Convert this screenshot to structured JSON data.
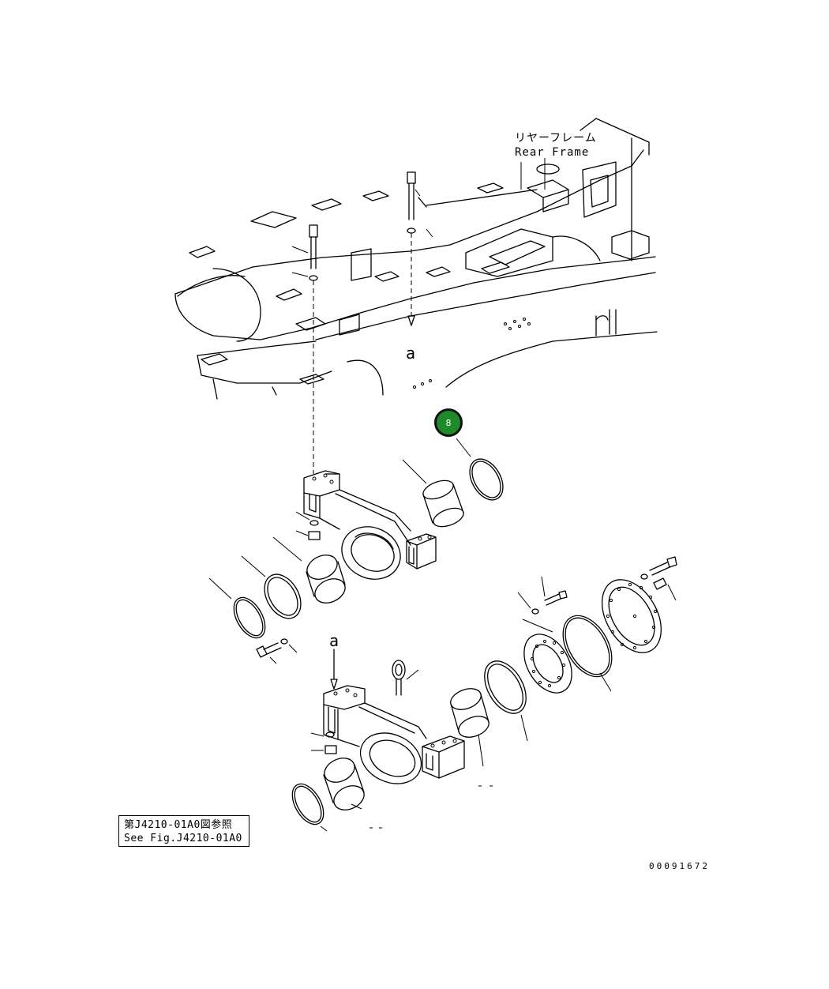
{
  "frame_label": {
    "japanese": "リヤーフレーム",
    "english": "Rear Frame"
  },
  "callout": {
    "number": "8",
    "color": "#1e8a2a"
  },
  "reference": {
    "japanese": "第J4210-01A0図参照",
    "english": "See Fig.J4210-01A0"
  },
  "markers": {
    "upper": "a",
    "lower": "a"
  },
  "drawing_number": "00091672"
}
